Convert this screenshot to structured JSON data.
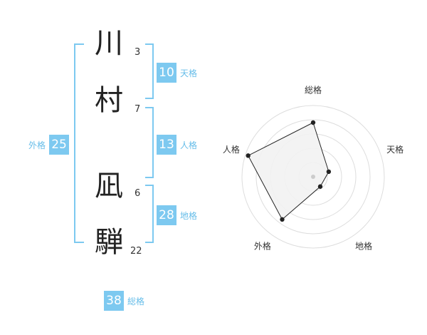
{
  "name": {
    "chars": [
      {
        "char": "川",
        "strokes": "3"
      },
      {
        "char": "村",
        "strokes": "7"
      },
      {
        "char": "凪",
        "strokes": "6"
      },
      {
        "char": "騨",
        "strokes": "22"
      }
    ]
  },
  "kaku": {
    "tenkaku": {
      "value": "10",
      "label": "天格"
    },
    "jinkaku": {
      "value": "13",
      "label": "人格"
    },
    "chikaku": {
      "value": "28",
      "label": "地格"
    },
    "gaikaku": {
      "value": "25",
      "label": "外格"
    },
    "soukaku": {
      "value": "38",
      "label": "総格"
    }
  },
  "colors": {
    "accent": "#7dc9f0",
    "accent_text": "#66bde9",
    "radar_fill": "#f2f2f2",
    "radar_line": "#222222",
    "ring": "#dddddd"
  },
  "chart_data": {
    "type": "radar",
    "axes": [
      "総格",
      "天格",
      "地格",
      "外格",
      "人格"
    ],
    "values": [
      0.76,
      0.23,
      0.17,
      0.74,
      0.96
    ],
    "rings": 5,
    "range": [
      0,
      1
    ]
  }
}
